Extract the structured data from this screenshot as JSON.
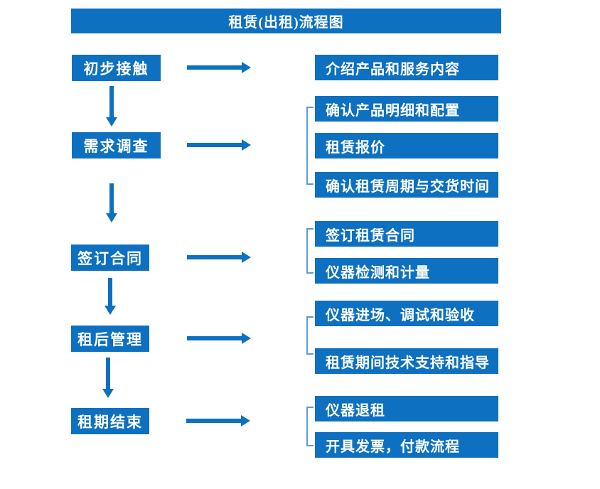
{
  "title": "租赁(出租)流程图",
  "colors": {
    "primary": "#0d70c0",
    "bracket": "#5b9bd5",
    "text-on-primary": "#ffffff"
  },
  "stages": [
    {
      "label": "初步接触",
      "details": [
        "介绍产品和服务内容"
      ]
    },
    {
      "label": "需求调查",
      "details": [
        "确认产品明细和配置",
        "租赁报价",
        "确认租赁周期与交货时间"
      ]
    },
    {
      "label": "签订合同",
      "details": [
        "签订租赁合同",
        "仪器检测和计量"
      ]
    },
    {
      "label": "租后管理",
      "details": [
        "仪器进场、调试和验收",
        "租赁期间技术支持和指导"
      ]
    },
    {
      "label": "租期结束",
      "details": [
        "仪器退租",
        "开具发票，付款流程"
      ]
    }
  ]
}
